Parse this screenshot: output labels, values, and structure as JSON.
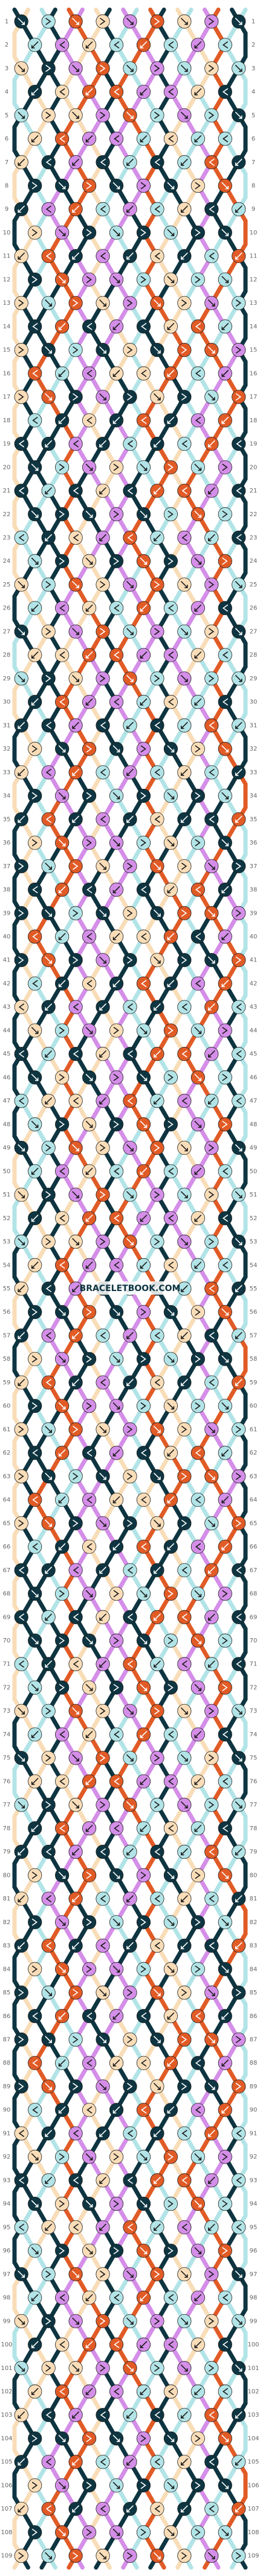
{
  "watermark": "BRACELETBOOK.COM",
  "palette": {
    "A": "#0e3541",
    "B": "#f8ddb8",
    "C": "#b2e4e7",
    "D": "#e15b26",
    "E": "#d48ee8",
    "F": "#ffffff"
  },
  "strings_top": [
    "A",
    "B",
    "C",
    "A",
    "D",
    "E",
    "B",
    "A",
    "E",
    "C",
    "D",
    "A",
    "B",
    "C",
    "E",
    "D",
    "A",
    "C"
  ],
  "rows": 109,
  "row_labels": [
    "1",
    "2",
    "3",
    "4",
    "5",
    "6",
    "7",
    "8",
    "9",
    "10",
    "11",
    "12",
    "13",
    "14",
    "15",
    "16",
    "17",
    "18",
    "19",
    "20",
    "21",
    "22",
    "23",
    "24",
    "25",
    "26",
    "27",
    "28",
    "29",
    "30",
    "31",
    "32",
    "33",
    "34",
    "35",
    "36",
    "37",
    "38",
    "39",
    "40",
    "41",
    "42",
    "43",
    "44",
    "45",
    "46",
    "47",
    "48",
    "49",
    "50",
    "51",
    "52",
    "53",
    "54",
    "55",
    "56",
    "57",
    "58",
    "59",
    "60",
    "61",
    "62",
    "63",
    "64",
    "65",
    "66",
    "67",
    "68",
    "69",
    "70",
    "71",
    "72",
    "73",
    "74",
    "75",
    "76",
    "77",
    "78",
    "79",
    "80",
    "81",
    "82",
    "83",
    "84",
    "85",
    "86",
    "87",
    "88",
    "89",
    "90",
    "91",
    "92",
    "93",
    "94",
    "95",
    "96",
    "97",
    "98",
    "99",
    "100",
    "101",
    "102",
    "103",
    "104",
    "105",
    "106",
    "107",
    "108",
    "109"
  ]
}
